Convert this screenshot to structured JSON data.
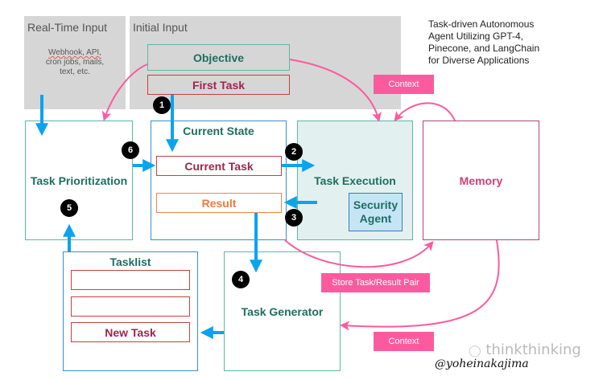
{
  "title": "Task-driven Autonomous Agent Utilizing GPT-4, Pinecone, and LangChain for Diverse Applications",
  "title_lines": [
    "Task-driven Autonomous",
    "Agent Utilizing GPT-4,",
    "Pinecone, and LangChain",
    "for Diverse Applications"
  ],
  "realtime_input": {
    "label": "Real-Time Input",
    "description_lines": [
      "Webhook, API,",
      "cron jobs, mails,",
      "text, etc."
    ]
  },
  "initial_input": {
    "label": "Initial Input",
    "objective": "Objective",
    "first_task": "First Task"
  },
  "task_prioritization": {
    "label": "Task Prioritization"
  },
  "current_state": {
    "label": "Current State",
    "current_task": "Current Task",
    "result": "Result"
  },
  "task_execution": {
    "label": "Task Execution",
    "security_agent_lines": [
      "Security",
      "Agent"
    ]
  },
  "memory": {
    "label": "Memory"
  },
  "tasklist": {
    "label": "Tasklist",
    "items": [
      "",
      "",
      "New Task"
    ]
  },
  "task_generator": {
    "label": "Task Generator"
  },
  "pink_labels": {
    "context_top": "Context",
    "store_pair": "Store Task/Result Pair",
    "context_bottom": "Context"
  },
  "steps": [
    "1",
    "2",
    "3",
    "4",
    "5",
    "6"
  ],
  "signature": "@yoheinakajima",
  "watermark": "thinkthinking",
  "colors": {
    "flow_arrow": "#0aa3ee",
    "context_arrow": "#fb5b9e",
    "teal": "#5bb8a4",
    "blue": "#3b8fcc",
    "red": "#c0433f",
    "orange": "#ef8747",
    "plum": "#a64a7a"
  }
}
